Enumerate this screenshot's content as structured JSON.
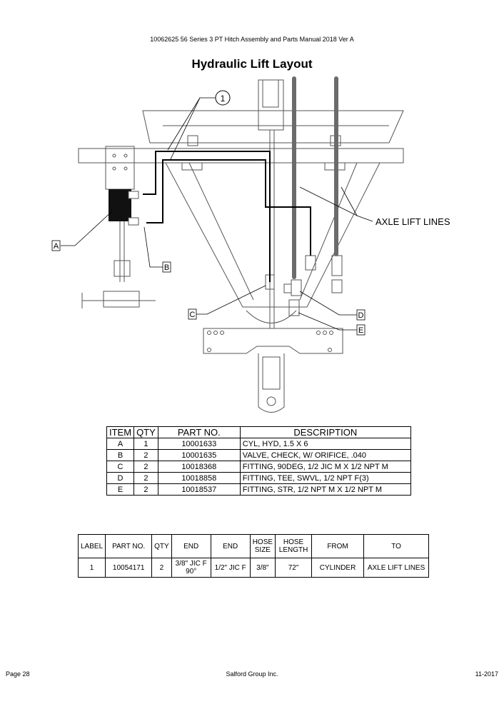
{
  "header": {
    "text": "10062625 56 Series 3 PT Hitch Assembly and Parts Manual 2018 Ver A"
  },
  "diagram": {
    "title": "Hydraulic Lift Layout",
    "callouts": {
      "hose": "1",
      "axle_lift_lines": "AXLE LIFT LINES",
      "a": "A",
      "b": "B",
      "c": "C",
      "d": "D",
      "e": "E"
    }
  },
  "parts_table": {
    "headers": [
      "ITEM",
      "QTY",
      "PART NO.",
      "DESCRIPTION"
    ],
    "rows": [
      [
        "A",
        "1",
        "10001633",
        "CYL, HYD, 1.5 X 6"
      ],
      [
        "B",
        "2",
        "10001635",
        "VALVE, CHECK, W/ ORIFICE, .040"
      ],
      [
        "C",
        "2",
        "10018368",
        "FITTING, 90DEG, 1/2 JIC M X 1/2 NPT M"
      ],
      [
        "D",
        "2",
        "10018858",
        "FITTING, TEE, SWVL, 1/2 NPT F(3)"
      ],
      [
        "E",
        "2",
        "10018537",
        "FITTING, STR, 1/2 NPT M X 1/2 NPT M"
      ]
    ]
  },
  "hose_table": {
    "headers": [
      "LABEL",
      "PART NO.",
      "QTY",
      "END",
      "END",
      "HOSE SIZE",
      "HOSE LENGTH",
      "FROM",
      "TO"
    ],
    "rows": [
      [
        "1",
        "10054171",
        "2",
        "3/8\" JIC F 90°",
        "1/2\" JIC F",
        "3/8\"",
        "72\"",
        "CYLINDER",
        "AXLE LIFT LINES"
      ]
    ]
  },
  "footer": {
    "page": "Page 28",
    "company": "Salford Group Inc.",
    "date": "11-2017"
  }
}
